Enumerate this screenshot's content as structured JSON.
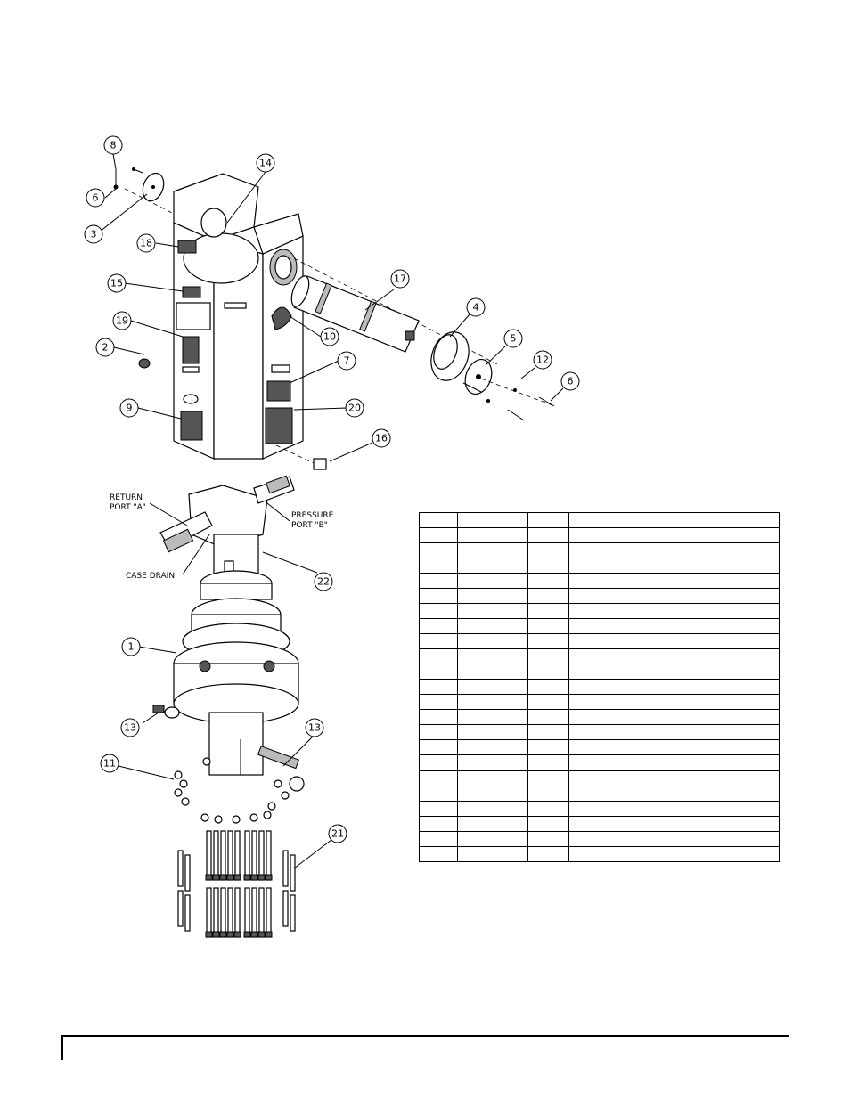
{
  "callouts": [
    "8",
    "14",
    "6",
    "3",
    "18",
    "15",
    "19",
    "2",
    "9",
    "17",
    "10",
    "4",
    "5",
    "12",
    "6",
    "7",
    "20",
    "16",
    "22",
    "1",
    "13",
    "13",
    "11",
    "21"
  ],
  "port_labels": {
    "return_line1": "RETURN",
    "return_line2": "PORT \"A\"",
    "pressure_line1": "PRESSURE",
    "pressure_line2": "PORT \"B\"",
    "case_drain": "CASE DRAIN"
  },
  "parts_table": {
    "rows": 23
  }
}
